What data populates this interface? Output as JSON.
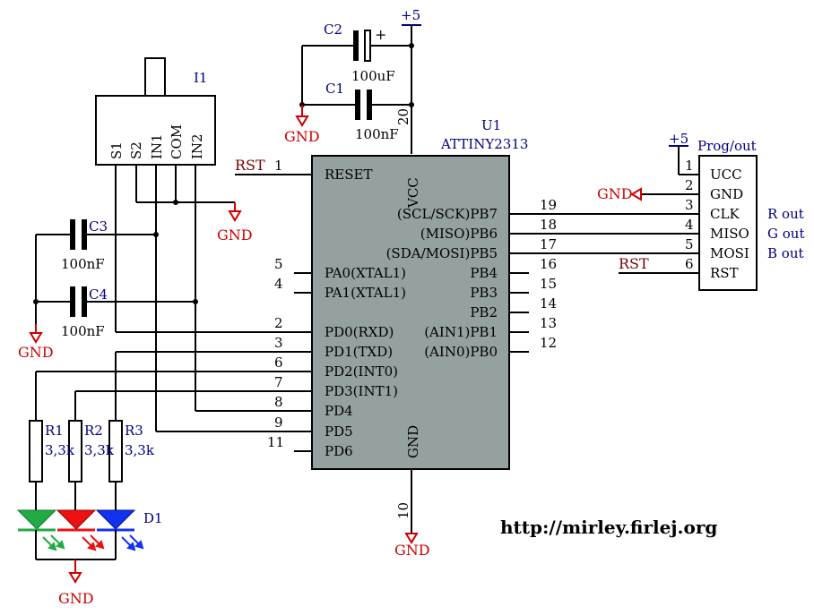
{
  "supply": {
    "vcc": "+5",
    "gnd": "GND",
    "rst": "RST"
  },
  "caps": {
    "c1": {
      "ref": "C1",
      "value": "100nF"
    },
    "c2": {
      "ref": "C2",
      "value": "100uF",
      "polarity": "+"
    },
    "c3": {
      "ref": "C3",
      "value": "100nF"
    },
    "c4": {
      "ref": "C4",
      "value": "100nF"
    }
  },
  "switch": {
    "ref": "I1",
    "pins": [
      "S1",
      "S2",
      "IN1",
      "COM",
      "IN2"
    ]
  },
  "mcu": {
    "ref": "U1",
    "part": "ATTINY2313",
    "vcc_label": "VCC",
    "gnd_label": "GND",
    "vcc_pin": "20",
    "gnd_pin": "10",
    "left_pins": [
      {
        "num": "1",
        "label": "RESET"
      },
      {
        "num": "5",
        "label": "PA0(XTAL1)"
      },
      {
        "num": "4",
        "label": "PA1(XTAL1)"
      },
      {
        "num": "2",
        "label": "PD0(RXD)"
      },
      {
        "num": "3",
        "label": "PD1(TXD)"
      },
      {
        "num": "6",
        "label": "PD2(INT0)"
      },
      {
        "num": "7",
        "label": "PD3(INT1)"
      },
      {
        "num": "8",
        "label": "PD4"
      },
      {
        "num": "9",
        "label": "PD5"
      },
      {
        "num": "11",
        "label": "PD6"
      }
    ],
    "right_pins": [
      {
        "num": "19",
        "label": "(SCL/SCK)PB7"
      },
      {
        "num": "18",
        "label": "(MISO)PB6"
      },
      {
        "num": "17",
        "label": "(SDA/MOSI)PB5"
      },
      {
        "num": "16",
        "label": "PB4"
      },
      {
        "num": "15",
        "label": "PB3"
      },
      {
        "num": "14",
        "label": "PB2"
      },
      {
        "num": "13",
        "label": "(AIN1)PB1"
      },
      {
        "num": "12",
        "label": "(AIN0)PB0"
      }
    ]
  },
  "connector": {
    "ref": "Prog/out",
    "pins": [
      {
        "num": "1",
        "label": "UCC"
      },
      {
        "num": "2",
        "label": "GND"
      },
      {
        "num": "3",
        "label": "CLK"
      },
      {
        "num": "4",
        "label": "MISO"
      },
      {
        "num": "5",
        "label": "MOSI"
      },
      {
        "num": "6",
        "label": "RST"
      }
    ],
    "outputs": [
      "R out",
      "G out",
      "B out"
    ]
  },
  "resistors": [
    {
      "ref": "R1",
      "value": "3,3k"
    },
    {
      "ref": "R2",
      "value": "3,3k"
    },
    {
      "ref": "R3",
      "value": "3,3k"
    }
  ],
  "led": {
    "ref": "D1",
    "colors": [
      "#22aa44",
      "#ee1111",
      "#1133ee"
    ]
  },
  "url": "http://mirley.firlej.org"
}
